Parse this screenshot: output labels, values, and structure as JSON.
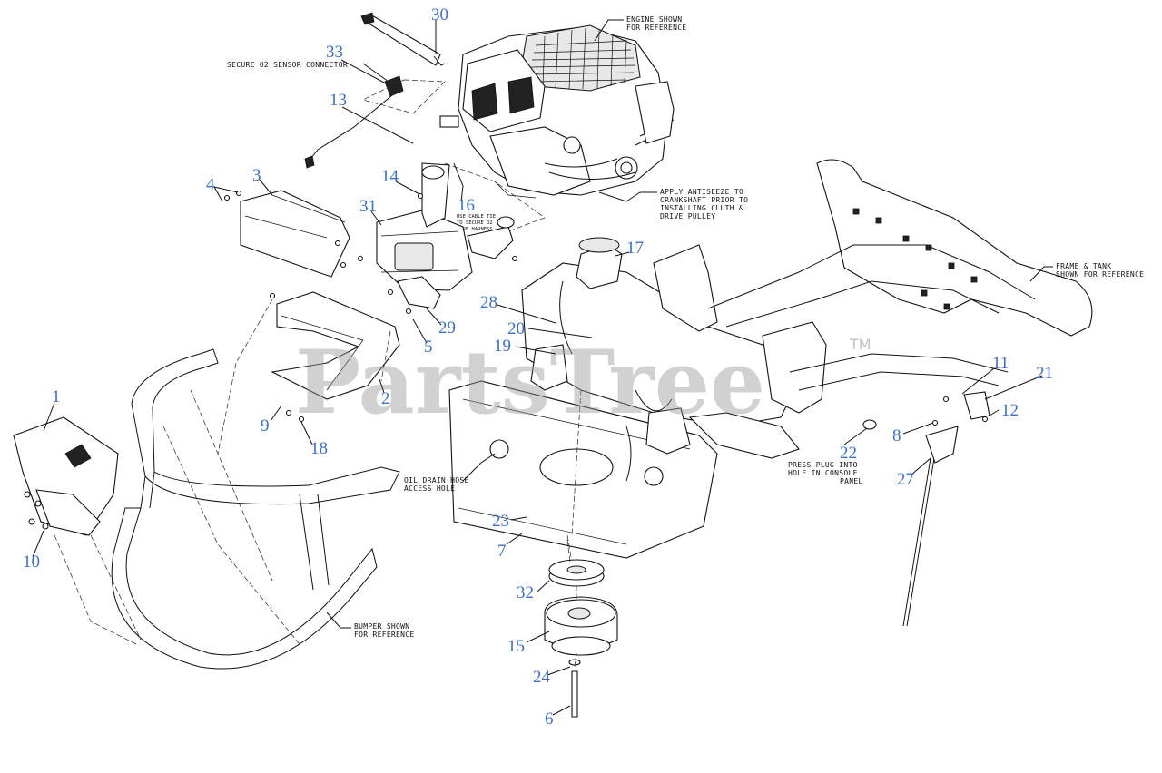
{
  "watermark": {
    "text": "PartsTree",
    "trademark": "TM"
  },
  "notes": {
    "engine": [
      "ENGINE SHOWN",
      "FOR REFERENCE"
    ],
    "o2_sensor": [
      "SECURE O2 SENSOR CONNECTOR"
    ],
    "antiseize": [
      "APPLY ANTISEEZE TO",
      "CRANKSHAFT PRIOR TO",
      "INSTALLING CLUTH &",
      "DRIVE PULLEY"
    ],
    "cable_tie": [
      "USE CABLE TIE",
      "TO SECURE O2",
      "WIRE HARNESS"
    ],
    "frame_tank": [
      "FRAME & TANK",
      "SHOWN FOR REFERENCE"
    ],
    "oil_drain": [
      "OIL DRAIN HOSE",
      "ACCESS HOLE"
    ],
    "press_plug": [
      "PRESS PLUG INTO",
      "HOLE IN CONSOLE",
      "PANEL"
    ],
    "bumper": [
      "BUMPER SHOWN",
      "FOR REFERENCE"
    ]
  },
  "callouts": {
    "c1": "1",
    "c2": "2",
    "c3": "3",
    "c4": "4",
    "c5": "5",
    "c6": "6",
    "c7": "7",
    "c8": "8",
    "c9": "9",
    "c10": "10",
    "c11": "11",
    "c12": "12",
    "c13": "13",
    "c14": "14",
    "c15": "15",
    "c16": "16",
    "c17": "17",
    "c18": "18",
    "c19": "19",
    "c20": "20",
    "c21": "21",
    "c22": "22",
    "c23": "23",
    "c24": "24",
    "c27": "27",
    "c28": "28",
    "c29": "29",
    "c30": "30",
    "c31": "31",
    "c32": "32",
    "c33": "33"
  },
  "colors": {
    "callout": "#3d6fc4",
    "line": "#111111",
    "watermark": "#9a9a9a"
  }
}
